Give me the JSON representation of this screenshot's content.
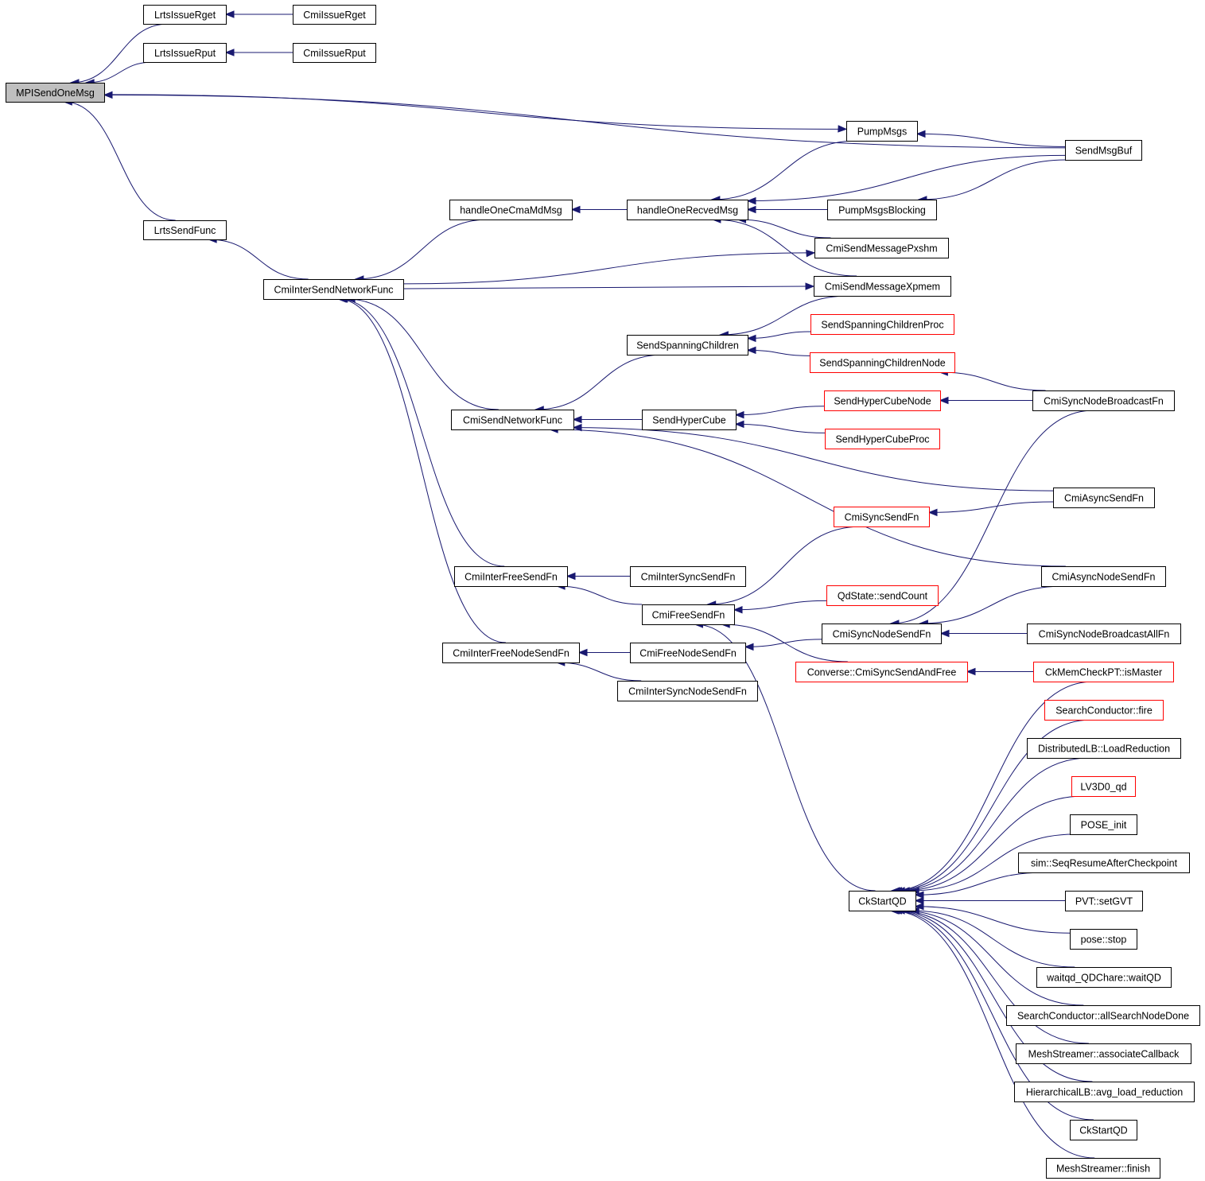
{
  "diagram": {
    "type": "call-graph",
    "title": "MPISendOneMsg caller graph",
    "colors": {
      "edge": "#191970",
      "normal_border": "#000000",
      "external_border": "#ff0000",
      "root_fill": "#bfbfbf"
    },
    "nodes": [
      {
        "id": "MPISendOneMsg",
        "label": "MPISendOneMsg",
        "style": "root"
      },
      {
        "id": "LrtsIssueRget",
        "label": "LrtsIssueRget",
        "style": "normal"
      },
      {
        "id": "CmiIssueRget",
        "label": "CmiIssueRget",
        "style": "normal"
      },
      {
        "id": "LrtsIssueRput",
        "label": "LrtsIssueRput",
        "style": "normal"
      },
      {
        "id": "CmiIssueRput",
        "label": "CmiIssueRput",
        "style": "normal"
      },
      {
        "id": "PumpMsgs",
        "label": "PumpMsgs",
        "style": "normal"
      },
      {
        "id": "SendMsgBuf",
        "label": "SendMsgBuf",
        "style": "normal"
      },
      {
        "id": "handleOneCmaMdMsg",
        "label": "handleOneCmaMdMsg",
        "style": "normal"
      },
      {
        "id": "handleOneRecvedMsg",
        "label": "handleOneRecvedMsg",
        "style": "normal"
      },
      {
        "id": "PumpMsgsBlocking",
        "label": "PumpMsgsBlocking",
        "style": "normal"
      },
      {
        "id": "LrtsSendFunc",
        "label": "LrtsSendFunc",
        "style": "normal"
      },
      {
        "id": "CmiSendMessagePxshm",
        "label": "CmiSendMessagePxshm",
        "style": "normal"
      },
      {
        "id": "CmiInterSendNetworkFunc",
        "label": "CmiInterSendNetworkFunc",
        "style": "normal"
      },
      {
        "id": "CmiSendMessageXpmem",
        "label": "CmiSendMessageXpmem",
        "style": "normal"
      },
      {
        "id": "SendSpanningChildrenProc",
        "label": "SendSpanningChildrenProc",
        "style": "external"
      },
      {
        "id": "SendSpanningChildren",
        "label": "SendSpanningChildren",
        "style": "normal"
      },
      {
        "id": "SendSpanningChildrenNode",
        "label": "SendSpanningChildrenNode",
        "style": "external"
      },
      {
        "id": "SendHyperCubeNode",
        "label": "SendHyperCubeNode",
        "style": "external"
      },
      {
        "id": "CmiSyncNodeBroadcastFn",
        "label": "CmiSyncNodeBroadcastFn",
        "style": "normal"
      },
      {
        "id": "CmiSendNetworkFunc",
        "label": "CmiSendNetworkFunc",
        "style": "normal"
      },
      {
        "id": "SendHyperCube",
        "label": "SendHyperCube",
        "style": "normal"
      },
      {
        "id": "SendHyperCubeProc",
        "label": "SendHyperCubeProc",
        "style": "external"
      },
      {
        "id": "CmiAsyncSendFn",
        "label": "CmiAsyncSendFn",
        "style": "normal"
      },
      {
        "id": "CmiSyncSendFn",
        "label": "CmiSyncSendFn",
        "style": "external"
      },
      {
        "id": "CmiInterFreeSendFn",
        "label": "CmiInterFreeSendFn",
        "style": "normal"
      },
      {
        "id": "CmiInterSyncSendFn",
        "label": "CmiInterSyncSendFn",
        "style": "normal"
      },
      {
        "id": "CmiAsyncNodeSendFn",
        "label": "CmiAsyncNodeSendFn",
        "style": "normal"
      },
      {
        "id": "QdState_sendCount",
        "label": "QdState::sendCount",
        "style": "external"
      },
      {
        "id": "CmiFreeSendFn",
        "label": "CmiFreeSendFn",
        "style": "normal"
      },
      {
        "id": "CmiSyncNodeSendFn",
        "label": "CmiSyncNodeSendFn",
        "style": "normal"
      },
      {
        "id": "CmiSyncNodeBroadcastAllFn",
        "label": "CmiSyncNodeBroadcastAllFn",
        "style": "normal"
      },
      {
        "id": "CmiInterFreeNodeSendFn",
        "label": "CmiInterFreeNodeSendFn",
        "style": "normal"
      },
      {
        "id": "CmiFreeNodeSendFn",
        "label": "CmiFreeNodeSendFn",
        "style": "normal"
      },
      {
        "id": "Converse_CmiSyncSendAndFree",
        "label": "Converse::CmiSyncSendAndFree",
        "style": "external"
      },
      {
        "id": "CkMemCheckPT_isMaster",
        "label": "CkMemCheckPT::isMaster",
        "style": "external"
      },
      {
        "id": "CmiInterSyncNodeSendFn",
        "label": "CmiInterSyncNodeSendFn",
        "style": "normal"
      },
      {
        "id": "SearchConductor_fire",
        "label": "SearchConductor::fire",
        "style": "external"
      },
      {
        "id": "DistributedLB_LoadReduction",
        "label": "DistributedLB::LoadReduction",
        "style": "normal"
      },
      {
        "id": "LV3D0_qd",
        "label": "LV3D0_qd",
        "style": "external"
      },
      {
        "id": "POSE_init",
        "label": "POSE_init",
        "style": "normal"
      },
      {
        "id": "sim_SeqResumeAfterCheckpoint",
        "label": "sim::SeqResumeAfterCheckpoint",
        "style": "normal"
      },
      {
        "id": "CkStartQD",
        "label": "CkStartQD",
        "style": "normal"
      },
      {
        "id": "PVT_setGVT",
        "label": "PVT::setGVT",
        "style": "normal"
      },
      {
        "id": "pose_stop",
        "label": "pose::stop",
        "style": "normal"
      },
      {
        "id": "waitqd_QDChare_waitQD",
        "label": "waitqd_QDChare::waitQD",
        "style": "normal"
      },
      {
        "id": "SearchConductor_allSearchNodeDone",
        "label": "SearchConductor::allSearchNodeDone",
        "style": "normal"
      },
      {
        "id": "MeshStreamer_associateCallback",
        "label": "MeshStreamer::associateCallback",
        "style": "normal"
      },
      {
        "id": "HierarchicalLB_avg_load_reduction",
        "label": "HierarchicalLB::avg_load_reduction",
        "style": "normal"
      },
      {
        "id": "CkStartQD_2",
        "label": "CkStartQD",
        "style": "normal"
      },
      {
        "id": "MeshStreamer_finish",
        "label": "MeshStreamer::finish",
        "style": "normal"
      }
    ],
    "edges": [
      {
        "from": "LrtsIssueRget",
        "to": "MPISendOneMsg"
      },
      {
        "from": "CmiIssueRget",
        "to": "LrtsIssueRget"
      },
      {
        "from": "LrtsIssueRput",
        "to": "MPISendOneMsg"
      },
      {
        "from": "CmiIssueRput",
        "to": "LrtsIssueRput"
      },
      {
        "from": "SendMsgBuf",
        "to": "MPISendOneMsg"
      },
      {
        "from": "MPISendOneMsg",
        "to": "PumpMsgs"
      },
      {
        "from": "LrtsSendFunc",
        "to": "MPISendOneMsg"
      },
      {
        "from": "SendMsgBuf",
        "to": "PumpMsgs"
      },
      {
        "from": "PumpMsgs",
        "to": "handleOneRecvedMsg"
      },
      {
        "from": "SendMsgBuf",
        "to": "handleOneRecvedMsg"
      },
      {
        "from": "SendMsgBuf",
        "to": "PumpMsgsBlocking"
      },
      {
        "from": "handleOneRecvedMsg",
        "to": "handleOneCmaMdMsg"
      },
      {
        "from": "PumpMsgsBlocking",
        "to": "handleOneRecvedMsg"
      },
      {
        "from": "CmiSendMessagePxshm",
        "to": "handleOneRecvedMsg"
      },
      {
        "from": "CmiSendMessageXpmem",
        "to": "handleOneRecvedMsg"
      },
      {
        "from": "handleOneCmaMdMsg",
        "to": "CmiInterSendNetworkFunc"
      },
      {
        "from": "CmiInterSendNetworkFunc",
        "to": "LrtsSendFunc"
      },
      {
        "from": "CmiInterSendNetworkFunc",
        "to": "CmiSendMessagePxshm"
      },
      {
        "from": "CmiInterSendNetworkFunc",
        "to": "CmiSendMessageXpmem"
      },
      {
        "from": "CmiSendMessageXpmem",
        "to": "SendSpanningChildren"
      },
      {
        "from": "SendSpanningChildrenProc",
        "to": "SendSpanningChildren"
      },
      {
        "from": "SendSpanningChildrenNode",
        "to": "SendSpanningChildren"
      },
      {
        "from": "CmiSyncNodeBroadcastFn",
        "to": "SendSpanningChildrenNode"
      },
      {
        "from": "CmiSyncNodeBroadcastFn",
        "to": "SendHyperCubeNode"
      },
      {
        "from": "SendSpanningChildren",
        "to": "CmiSendNetworkFunc"
      },
      {
        "from": "CmiSendNetworkFunc",
        "to": "CmiInterSendNetworkFunc"
      },
      {
        "from": "SendHyperCube",
        "to": "CmiSendNetworkFunc"
      },
      {
        "from": "SendHyperCubeNode",
        "to": "SendHyperCube"
      },
      {
        "from": "SendHyperCubeProc",
        "to": "SendHyperCube"
      },
      {
        "from": "CmiAsyncSendFn",
        "to": "CmiSendNetworkFunc"
      },
      {
        "from": "CmiAsyncNodeSendFn",
        "to": "CmiSendNetworkFunc"
      },
      {
        "from": "CmiAsyncSendFn",
        "to": "CmiSyncSendFn"
      },
      {
        "from": "CmiInterFreeSendFn",
        "to": "CmiInterSendNetworkFunc"
      },
      {
        "from": "CmiInterFreeNodeSendFn",
        "to": "CmiInterSendNetworkFunc"
      },
      {
        "from": "CmiInterSyncSendFn",
        "to": "CmiInterFreeSendFn"
      },
      {
        "from": "CmiFreeSendFn",
        "to": "CmiInterFreeSendFn"
      },
      {
        "from": "CmiSyncSendFn",
        "to": "CmiFreeSendFn"
      },
      {
        "from": "QdState_sendCount",
        "to": "CmiFreeSendFn"
      },
      {
        "from": "Converse_CmiSyncSendAndFree",
        "to": "CmiFreeSendFn"
      },
      {
        "from": "CkStartQD",
        "to": "CmiFreeSendFn"
      },
      {
        "from": "CmiAsyncNodeSendFn",
        "to": "CmiSyncNodeSendFn"
      },
      {
        "from": "CmiSyncNodeBroadcastFn",
        "to": "CmiSyncNodeSendFn"
      },
      {
        "from": "CmiSyncNodeBroadcastAllFn",
        "to": "CmiSyncNodeSendFn"
      },
      {
        "from": "CmiSyncNodeSendFn",
        "to": "CmiFreeNodeSendFn"
      },
      {
        "from": "CmiFreeNodeSendFn",
        "to": "CmiInterFreeNodeSendFn"
      },
      {
        "from": "CmiInterSyncNodeSendFn",
        "to": "CmiInterFreeNodeSendFn"
      },
      {
        "from": "CkMemCheckPT_isMaster",
        "to": "Converse_CmiSyncSendAndFree"
      },
      {
        "from": "CkMemCheckPT_isMaster",
        "to": "CkStartQD"
      },
      {
        "from": "SearchConductor_fire",
        "to": "CkStartQD"
      },
      {
        "from": "DistributedLB_LoadReduction",
        "to": "CkStartQD"
      },
      {
        "from": "LV3D0_qd",
        "to": "CkStartQD"
      },
      {
        "from": "POSE_init",
        "to": "CkStartQD"
      },
      {
        "from": "sim_SeqResumeAfterCheckpoint",
        "to": "CkStartQD"
      },
      {
        "from": "PVT_setGVT",
        "to": "CkStartQD"
      },
      {
        "from": "pose_stop",
        "to": "CkStartQD"
      },
      {
        "from": "waitqd_QDChare_waitQD",
        "to": "CkStartQD"
      },
      {
        "from": "SearchConductor_allSearchNodeDone",
        "to": "CkStartQD"
      },
      {
        "from": "MeshStreamer_associateCallback",
        "to": "CkStartQD"
      },
      {
        "from": "HierarchicalLB_avg_load_reduction",
        "to": "CkStartQD"
      },
      {
        "from": "CkStartQD_2",
        "to": "CkStartQD"
      },
      {
        "from": "MeshStreamer_finish",
        "to": "CkStartQD"
      }
    ]
  }
}
